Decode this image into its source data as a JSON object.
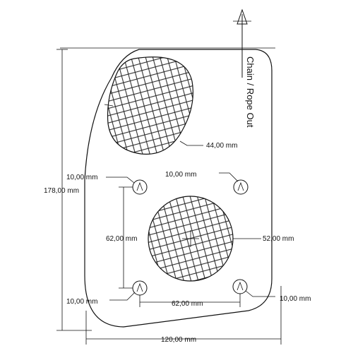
{
  "drawing": {
    "chain_label": "Chain / Rope Out",
    "dimensions": {
      "total_height": "178,00 mm",
      "total_width": "120,00 mm",
      "top_window": "44,00 mm",
      "center_window": "52,00 mm",
      "hole_spacing_vertical": "62,00 mm",
      "hole_spacing_horizontal": "62,00 mm",
      "hole_top_left": "10,00 mm",
      "hole_top_right": "10,00 mm",
      "hole_bottom_left": "10,00 mm",
      "hole_bottom_right": "10,00 mm"
    }
  }
}
